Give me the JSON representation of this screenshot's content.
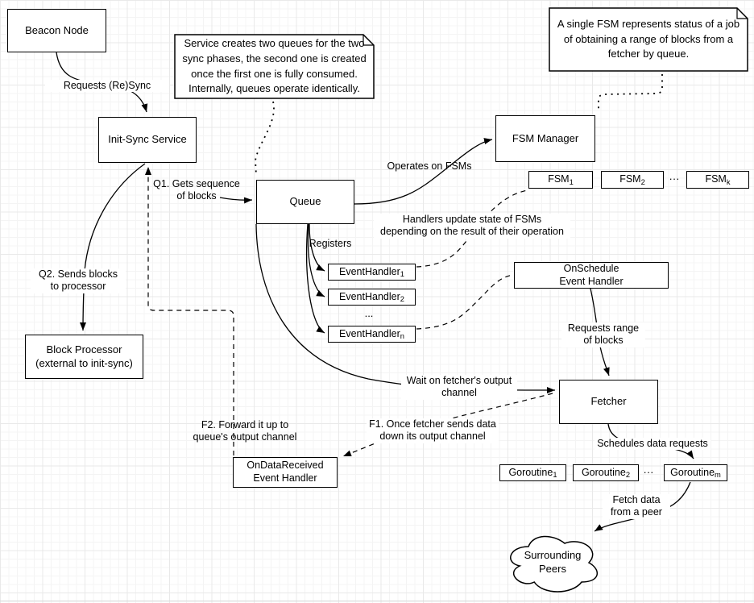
{
  "diagram": {
    "nodes": {
      "beacon_node": {
        "label": "Beacon Node"
      },
      "init_sync": {
        "label": "Init-Sync Service"
      },
      "queue": {
        "label": "Queue"
      },
      "fsm_manager": {
        "label": "FSM Manager"
      },
      "fsm_list": [
        {
          "base": "FSM",
          "sub": "1"
        },
        {
          "base": "FSM",
          "sub": "2"
        },
        {
          "base": "FSM",
          "sub": "k"
        }
      ],
      "fsm_ellipsis": "···",
      "event_handlers": [
        {
          "base": "EventHandler",
          "sub": "1"
        },
        {
          "base": "EventHandler",
          "sub": "2"
        },
        {
          "base": "EventHandler",
          "sub": "n"
        }
      ],
      "event_handler_ellipsis": "...",
      "onschedule": {
        "label": "OnSchedule\nEvent Handler"
      },
      "ondatareceived": {
        "label": "OnDataReceived\nEvent Handler"
      },
      "block_processor": {
        "label": "Block Processor\n(external to init-sync)"
      },
      "fetcher": {
        "label": "Fetcher"
      },
      "goroutines": [
        {
          "base": "Goroutine",
          "sub": "1"
        },
        {
          "base": "Goroutine",
          "sub": "2"
        },
        {
          "base": "Goroutine",
          "sub": "m"
        }
      ],
      "goroutine_ellipsis": "···",
      "peers_cloud": {
        "label": "Surrounding\nPeers"
      }
    },
    "notes": {
      "queues_note": "Service creates two queues for the two\nsync phases, the second one is created\nonce the first one is fully consumed.\nInternally, queues operate identically.",
      "fsm_note": "A single FSM represents status of a job\nof obtaining a range of blocks from a\nfetcher by queue."
    },
    "edge_labels": {
      "requests_resync": "Requests (Re)Sync",
      "q1": "Q1. Gets sequence\nof blocks",
      "q2": "Q2. Sends blocks\nto processor",
      "operates_on_fsms": "Operates on FSMs",
      "registers": "Registers",
      "handlers_update": "Handlers update state of FSMs\ndepending on the result of their operation",
      "requests_range": "Requests range\nof blocks",
      "wait_on_fetcher": "Wait on fetcher's output\nchannel",
      "f1": "F1. Once fetcher sends data\ndown its output channel",
      "f2": "F2. Forward it up to\nqueue's output channel",
      "schedules": "Schedules data requests",
      "fetch_data": "Fetch data\nfrom a peer"
    },
    "colors": {
      "stroke": "#000000",
      "node_fill": "#ffffff",
      "grid": "#ececec"
    }
  }
}
